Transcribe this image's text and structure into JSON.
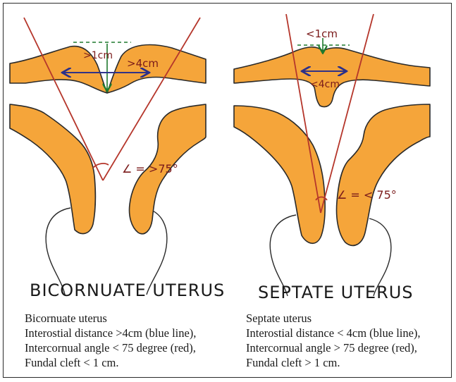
{
  "colors": {
    "tissue": "#f5a53a",
    "outline": "#2a2a2a",
    "angle_line": "#b5362b",
    "distance_line": "#2a2f8a",
    "cleft_line": "#1f7a2e",
    "label_ink": "#9c2a2a"
  },
  "left_panel": {
    "cleft_label": ">1cm",
    "distance_label": ">4cm",
    "angle_label": "∠ = >75°",
    "title": "BICORNUATE UTERUS"
  },
  "right_panel": {
    "cleft_label": "<1cm",
    "distance_label": "<4cm",
    "angle_label": "∠ = < 75°",
    "title": "SEPTATE UTERUS"
  },
  "captions": {
    "left": [
      "Bicornuate uterus",
      "Interostial distance >4cm (blue line),",
      "Intercornual angle < 75 degree (red),",
      "Fundal cleft < 1 cm."
    ],
    "right": [
      "Septate uterus",
      "Interostial distance < 4cm (blue line),",
      "Intercornual angle > 75 degree (red),",
      "Fundal cleft > 1 cm."
    ]
  }
}
